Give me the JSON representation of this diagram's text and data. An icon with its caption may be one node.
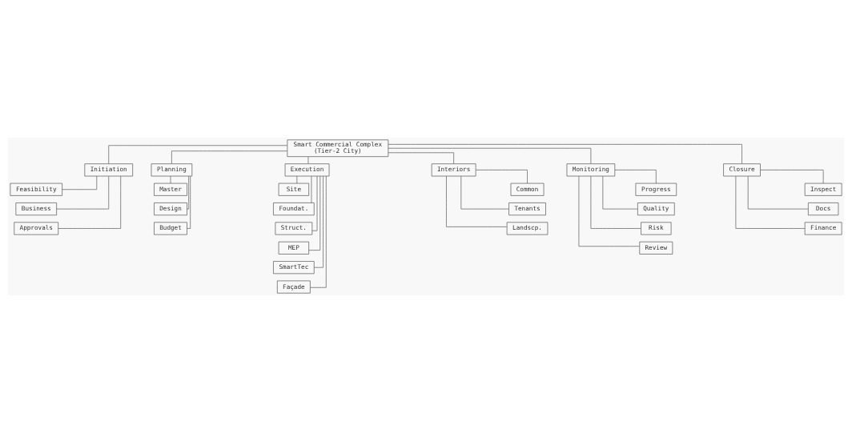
{
  "diagram": {
    "nodes": [
      {
        "text": [
          "Smart Commercial Complex",
          "(Tier-2 City)"
        ]
      },
      {
        "text": [
          "Initiation"
        ]
      },
      {
        "text": [
          "Planning"
        ]
      },
      {
        "text": [
          "Execution"
        ]
      },
      {
        "text": [
          "Interiors"
        ]
      },
      {
        "text": [
          "Monitoring"
        ]
      },
      {
        "text": [
          "Closure"
        ]
      },
      {
        "text": [
          "Feasibility"
        ]
      },
      {
        "text": [
          "Business"
        ]
      },
      {
        "text": [
          "Approvals"
        ]
      },
      {
        "text": [
          "Master"
        ]
      },
      {
        "text": [
          "Design"
        ]
      },
      {
        "text": [
          "Budget"
        ]
      },
      {
        "text": [
          "Site"
        ]
      },
      {
        "text": [
          "Foundat."
        ]
      },
      {
        "text": [
          "Struct."
        ]
      },
      {
        "text": [
          "MEP"
        ]
      },
      {
        "text": [
          "SmartTec"
        ]
      },
      {
        "text": [
          "Façade"
        ]
      },
      {
        "text": [
          "Common"
        ]
      },
      {
        "text": [
          "Tenants"
        ]
      },
      {
        "text": [
          "Landscp."
        ]
      },
      {
        "text": [
          "Progress"
        ]
      },
      {
        "text": [
          "Quality"
        ]
      },
      {
        "text": [
          "Risk"
        ]
      },
      {
        "text": [
          "Review"
        ]
      },
      {
        "text": [
          "Inspect"
        ]
      },
      {
        "text": [
          "Docs"
        ]
      },
      {
        "text": [
          "Finance"
        ]
      }
    ],
    "edges": [
      {
        "from": 0,
        "to": 1,
        "arrow": "none"
      },
      {
        "from": 0,
        "to": 2,
        "arrow": "none"
      },
      {
        "from": 0,
        "to": 3,
        "arrow": "none"
      },
      {
        "from": 0,
        "to": 4,
        "arrow": "none"
      },
      {
        "from": 0,
        "to": 5,
        "arrow": "none"
      },
      {
        "from": 0,
        "to": 6,
        "arrow": "none"
      },
      {
        "from": 1,
        "to": 7,
        "arrow": "none"
      },
      {
        "from": 1,
        "to": 8,
        "arrow": "none"
      },
      {
        "from": 1,
        "to": 9,
        "arrow": "none"
      },
      {
        "from": 2,
        "to": 10,
        "arrow": "none"
      },
      {
        "from": 2,
        "to": 11,
        "arrow": "none"
      },
      {
        "from": 2,
        "to": 12,
        "arrow": "none"
      },
      {
        "from": 3,
        "to": 13,
        "arrow": "none"
      },
      {
        "from": 3,
        "to": 14,
        "arrow": "none"
      },
      {
        "from": 3,
        "to": 15,
        "arrow": "none"
      },
      {
        "from": 3,
        "to": 16,
        "arrow": "none"
      },
      {
        "from": 3,
        "to": 17,
        "arrow": "none"
      },
      {
        "from": 3,
        "to": 18,
        "arrow": "none"
      },
      {
        "from": 4,
        "to": 19,
        "arrow": "none"
      },
      {
        "from": 4,
        "to": 20,
        "arrow": "none"
      },
      {
        "from": 4,
        "to": 21,
        "arrow": "none"
      },
      {
        "from": 5,
        "to": 22,
        "arrow": "none"
      },
      {
        "from": 5,
        "to": 23,
        "arrow": "none"
      },
      {
        "from": 5,
        "to": 24,
        "arrow": "none"
      },
      {
        "from": 5,
        "to": 25,
        "arrow": "none"
      },
      {
        "from": 6,
        "to": 26,
        "arrow": "none"
      },
      {
        "from": 6,
        "to": 27,
        "arrow": "none"
      },
      {
        "from": 6,
        "to": 28,
        "arrow": "none"
      }
    ]
  }
}
